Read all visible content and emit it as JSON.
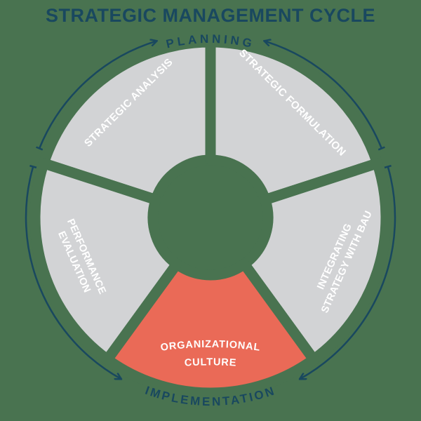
{
  "title": "STRATEGIC MANAGEMENT CYCLE",
  "phases": {
    "planning": "PLANNING",
    "implementation": "IMPLEMENTATION"
  },
  "segments": [
    {
      "name": "Strategic Analysis",
      "lines": [
        "STRATEGIC ANALYSIS"
      ],
      "highlighted": false
    },
    {
      "name": "Strategic Formulation",
      "lines": [
        "STRATEGIC FORMULATION"
      ],
      "highlighted": false
    },
    {
      "name": "Integrating Strategy with BAU",
      "lines": [
        "INTEGRATING",
        "STRATEGY WITH BAU"
      ],
      "highlighted": false
    },
    {
      "name": "Organizational Culture",
      "lines": [
        "ORGANIZATIONAL",
        "CULTURE"
      ],
      "highlighted": true
    },
    {
      "name": "Performance Evaluation",
      "lines": [
        "PERFORMANCE",
        "EVALUATION"
      ],
      "highlighted": false
    }
  ],
  "colors": {
    "background": "#497350",
    "segment": "#D2D3D5",
    "highlight": "#EA6A57",
    "navy": "#19485F",
    "label_text": "#FFFFFF"
  }
}
